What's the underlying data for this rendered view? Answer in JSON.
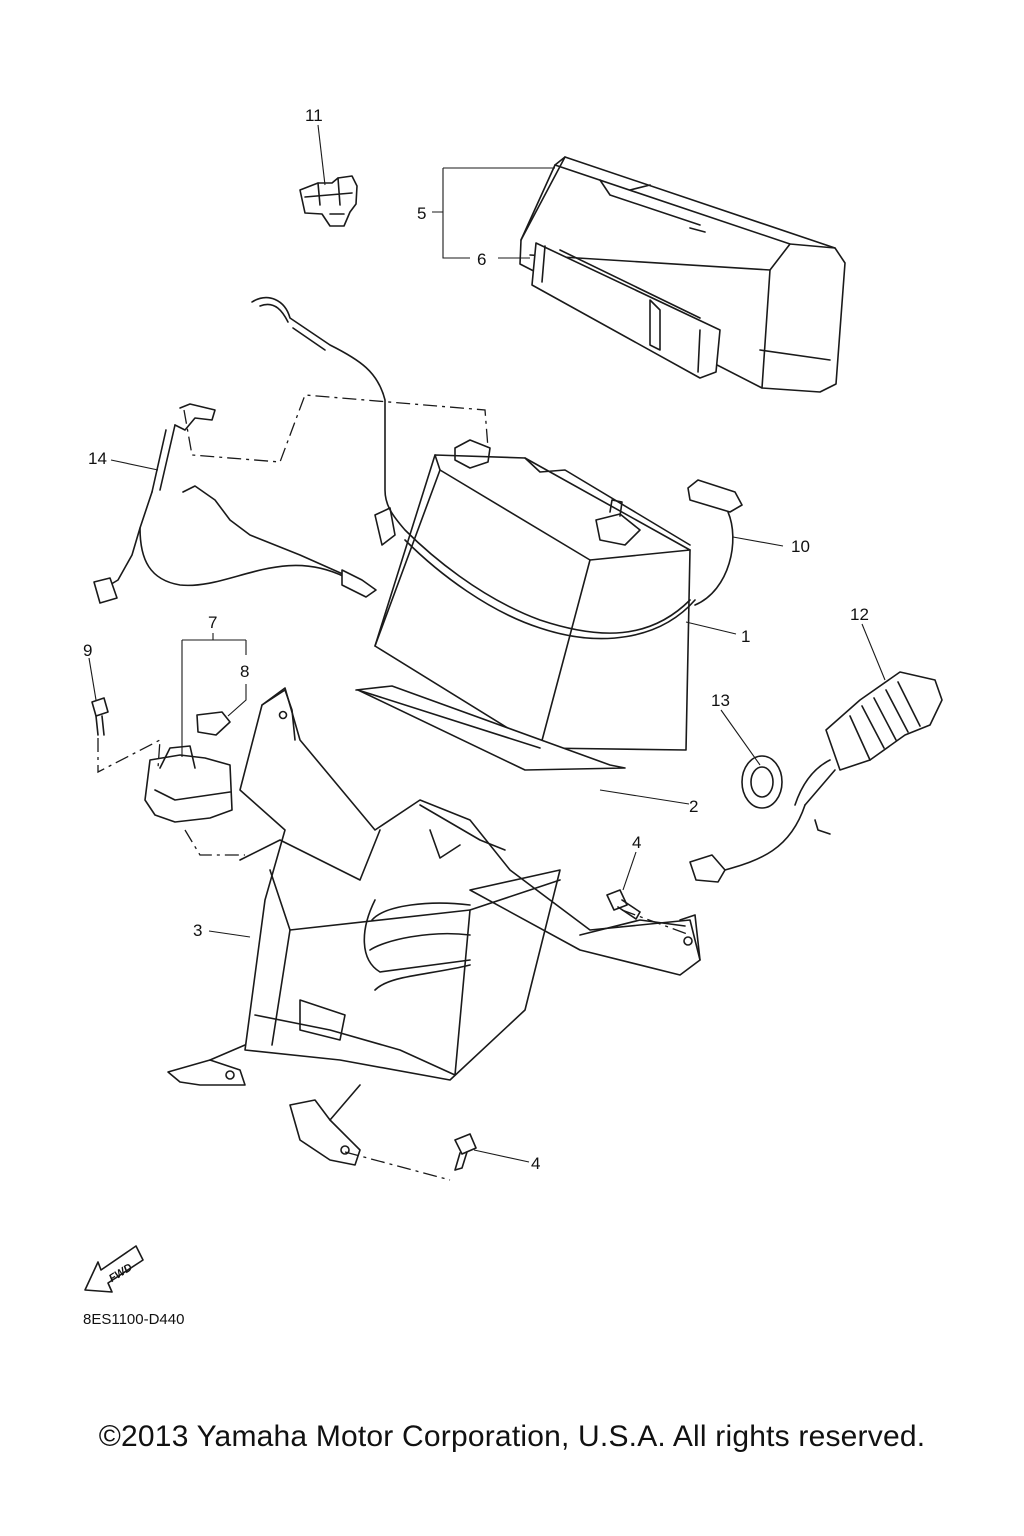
{
  "diagram": {
    "callouts": [
      "1",
      "2",
      "3",
      "4",
      "4",
      "5",
      "6",
      "7",
      "8",
      "9",
      "10",
      "11",
      "12",
      "13",
      "14"
    ],
    "fwd_label": "FWD",
    "diagram_code": "8ES1100-D440"
  },
  "footer": {
    "copyright": "©2013 Yamaha Motor Corporation, U.S.A. All rights reserved."
  }
}
